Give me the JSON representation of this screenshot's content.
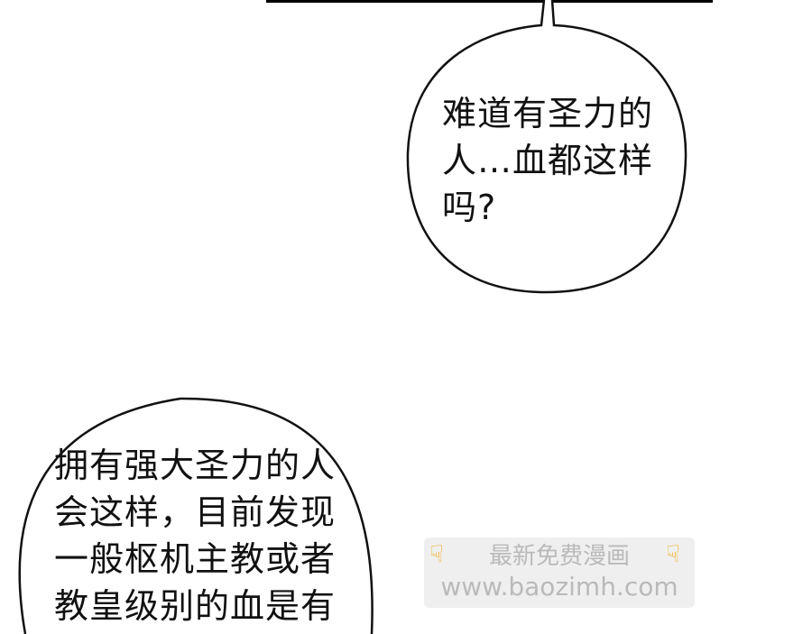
{
  "bubbles": [
    {
      "lines": [
        "难道有圣力的",
        "人…血都这样",
        "吗?"
      ]
    },
    {
      "lines": [
        "拥有强大圣力的人",
        "会这样，目前发现",
        "一般枢机主教或者",
        "教皇级别的血是有"
      ]
    }
  ],
  "watermark": {
    "line1": "最新免费漫画",
    "line2": "www.baozimh.com",
    "icon": "pointing-hand-icon"
  }
}
